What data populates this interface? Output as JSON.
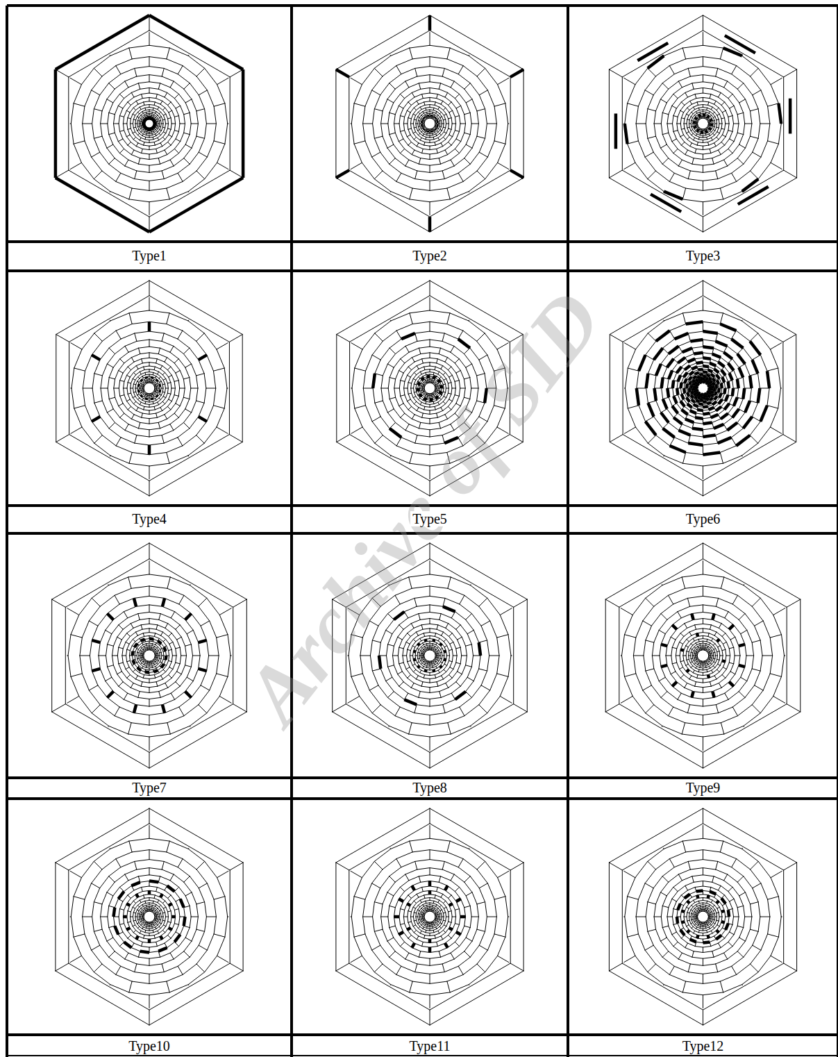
{
  "diagram": {
    "labels": [
      "Type1",
      "Type2",
      "Type3",
      "Type4",
      "Type5",
      "Type6",
      "Type7",
      "Type8",
      "Type9",
      "Type10",
      "Type11",
      "Type12",
      "Archive of SID"
    ]
  }
}
